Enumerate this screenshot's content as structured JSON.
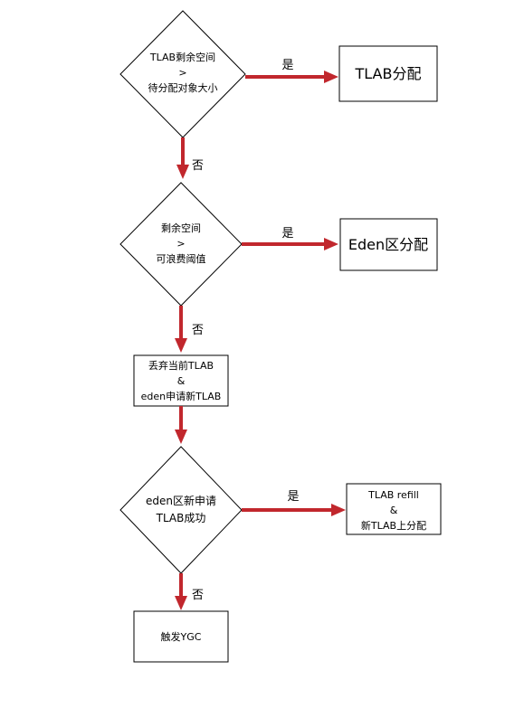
{
  "diagram": {
    "decision1": {
      "line1": "TLAB剩余空间",
      "line2": ">",
      "line3": "待分配对象大小"
    },
    "box_tlab_alloc": {
      "text": "TLAB分配"
    },
    "decision2": {
      "line1": "剩余空间",
      "line2": ">",
      "line3": "可浪费阈值"
    },
    "box_eden_alloc": {
      "text": "Eden区分配"
    },
    "box_discard": {
      "line1": "丢弃当前TLAB",
      "line2": "&",
      "line3": "eden申请新TLAB"
    },
    "decision3": {
      "line1": "eden区新申请",
      "line2": "TLAB成功"
    },
    "box_refill": {
      "line1": "TLAB refill",
      "line2": "&",
      "line3": "新TLAB上分配"
    },
    "box_ygc": {
      "text": "触发YGC"
    },
    "edge_labels": {
      "yes": "是",
      "no": "否"
    }
  },
  "colors": {
    "arrow": "#c1272d",
    "stroke": "#000000",
    "background": "#ffffff"
  }
}
